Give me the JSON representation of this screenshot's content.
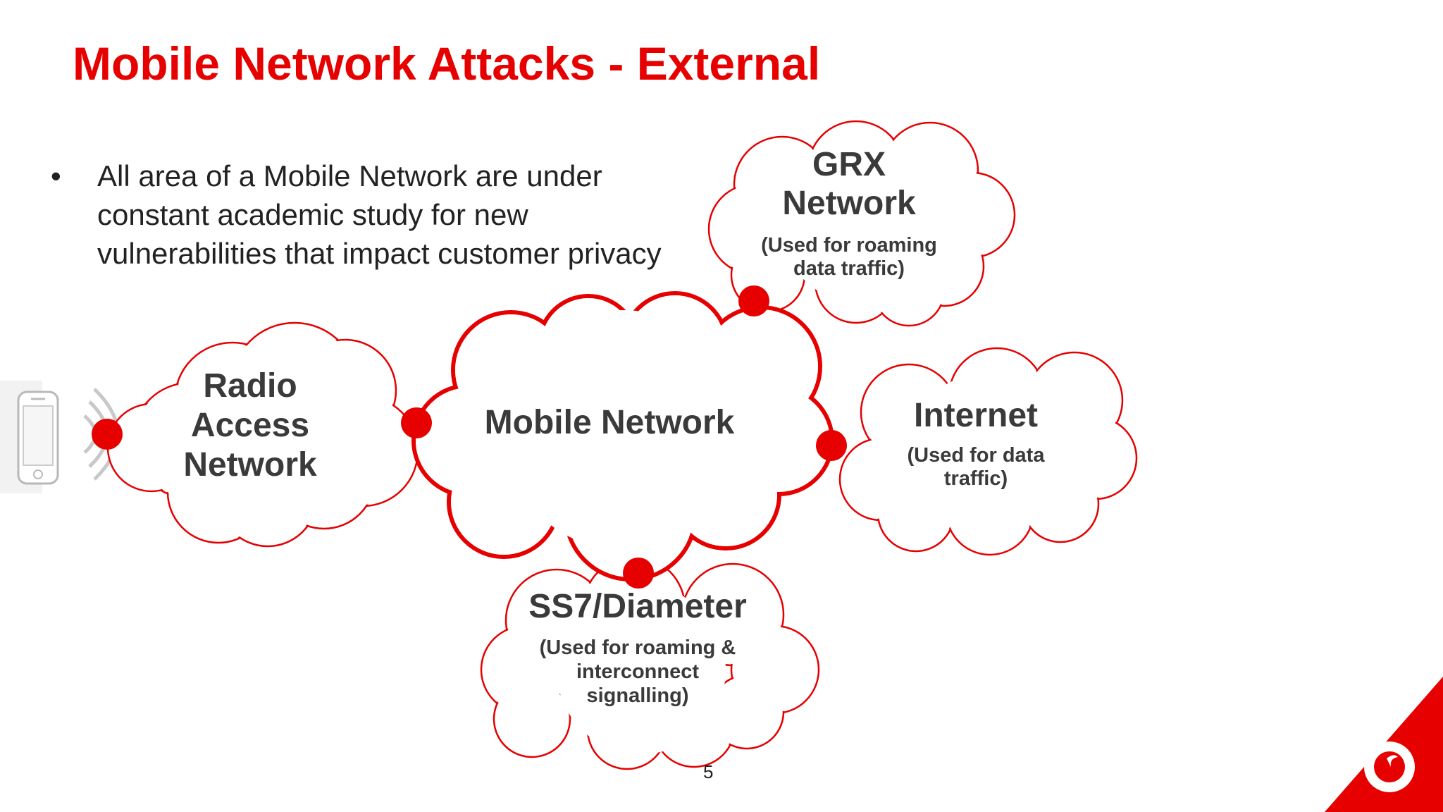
{
  "slide": {
    "title": "Mobile Network Attacks - External",
    "bullet_symbol": "•",
    "bullet_text": "All area of a Mobile Network are  under constant academic study for new vulnerabilities that impact customer privacy",
    "page_number": "5"
  },
  "clouds": {
    "radio": {
      "label": "Radio Access Network"
    },
    "mobile": {
      "label": "Mobile Network"
    },
    "grx": {
      "label": "GRX Network",
      "sub": "(Used for roaming data traffic)"
    },
    "internet": {
      "label": "Internet",
      "sub": "(Used for data traffic)"
    },
    "ss7": {
      "label": "SS7/Diameter",
      "sub": "(Used for roaming & interconnect signalling)"
    }
  },
  "colors": {
    "accent": "#e60000",
    "cloud_text": "#3a3a3a",
    "body_text": "#222222"
  },
  "icons": [
    "smartphone-icon",
    "wireless-signal-icon",
    "vodafone-logo"
  ]
}
